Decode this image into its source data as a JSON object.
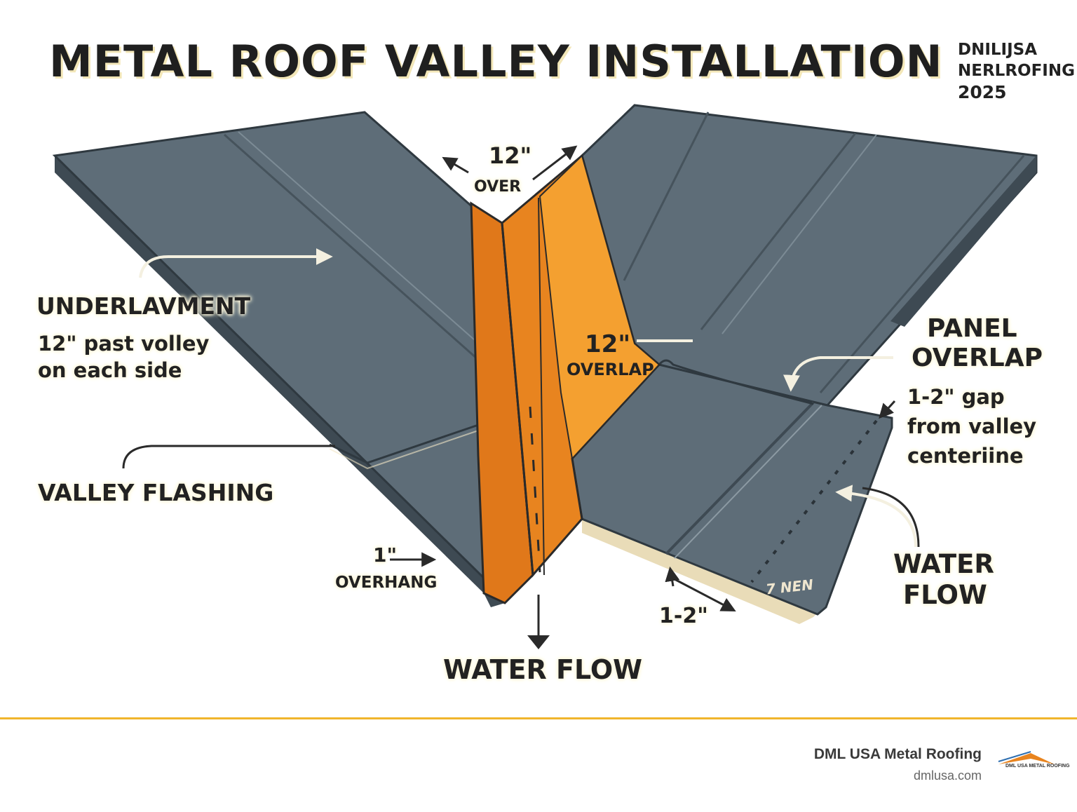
{
  "header": {
    "title": "METAL ROOF VALLEY INSTALLATION",
    "stamp": [
      "DNILIJSA",
      "NERLROFING",
      "2025"
    ]
  },
  "labels": {
    "top_dim_value": "12\"",
    "top_dim_word": "OVER",
    "underlayment_title": "UNDERLAVMENT",
    "underlayment_line1": "12\" past volley",
    "underlayment_line2": "on each side",
    "overlap_value": "12\"",
    "overlap_word": "OVERLAP",
    "panel_overlap_line1": "PANEL",
    "panel_overlap_line2": "OVERLAP",
    "gap_line1": "1-2\" gap",
    "gap_line2": "from valley",
    "gap_line3": "centeriine",
    "valley_flashing": "VALLEY FLASHING",
    "overhang_value": "1\"",
    "overhang_word": "OVERHANG",
    "water_flow_bottom": "WATER FLOW",
    "water_flow_right_line1": "WATER",
    "water_flow_right_line2": "FLOW",
    "bottom_dim_value": "1-2\"",
    "panel_stamp": "7 NEN"
  },
  "footer": {
    "company": "DML USA Metal Roofing",
    "url": "dmlusa.com",
    "logo_text": "DML USA METAL ROOFING"
  },
  "colors": {
    "panel": "#5e6d78",
    "panel_light": "#6f7f8a",
    "panel_dark": "#3e4a53",
    "flashing_orange": "#e8841f",
    "flashing_light": "#f4a030",
    "accent_yellow": "#f0b52c",
    "text_dark": "#222222"
  }
}
